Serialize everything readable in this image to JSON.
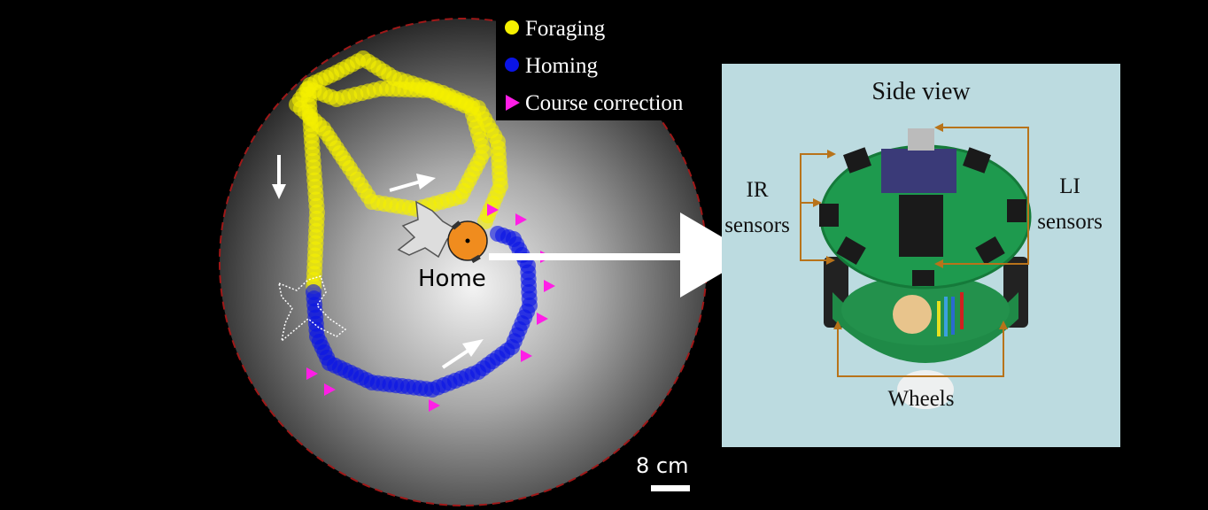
{
  "legend": {
    "items": [
      {
        "label": "Foraging",
        "color": "#f5f000",
        "shape": "circle"
      },
      {
        "label": "Homing",
        "color": "#0a14e6",
        "shape": "circle"
      },
      {
        "label": "Course correction",
        "color": "#ff1ee6",
        "shape": "triangle"
      }
    ]
  },
  "arena": {
    "home_label": "Home",
    "scale_label": "8 cm",
    "border_color": "#a01818"
  },
  "robot_panel": {
    "title": "Side view",
    "ir_label_1": "IR",
    "ir_label_2": "sensors",
    "li_label_1": "LI",
    "li_label_2": "sensors",
    "wheels_label": "Wheels",
    "background": "#bcdbe0",
    "callout_color": "#b8731a"
  }
}
